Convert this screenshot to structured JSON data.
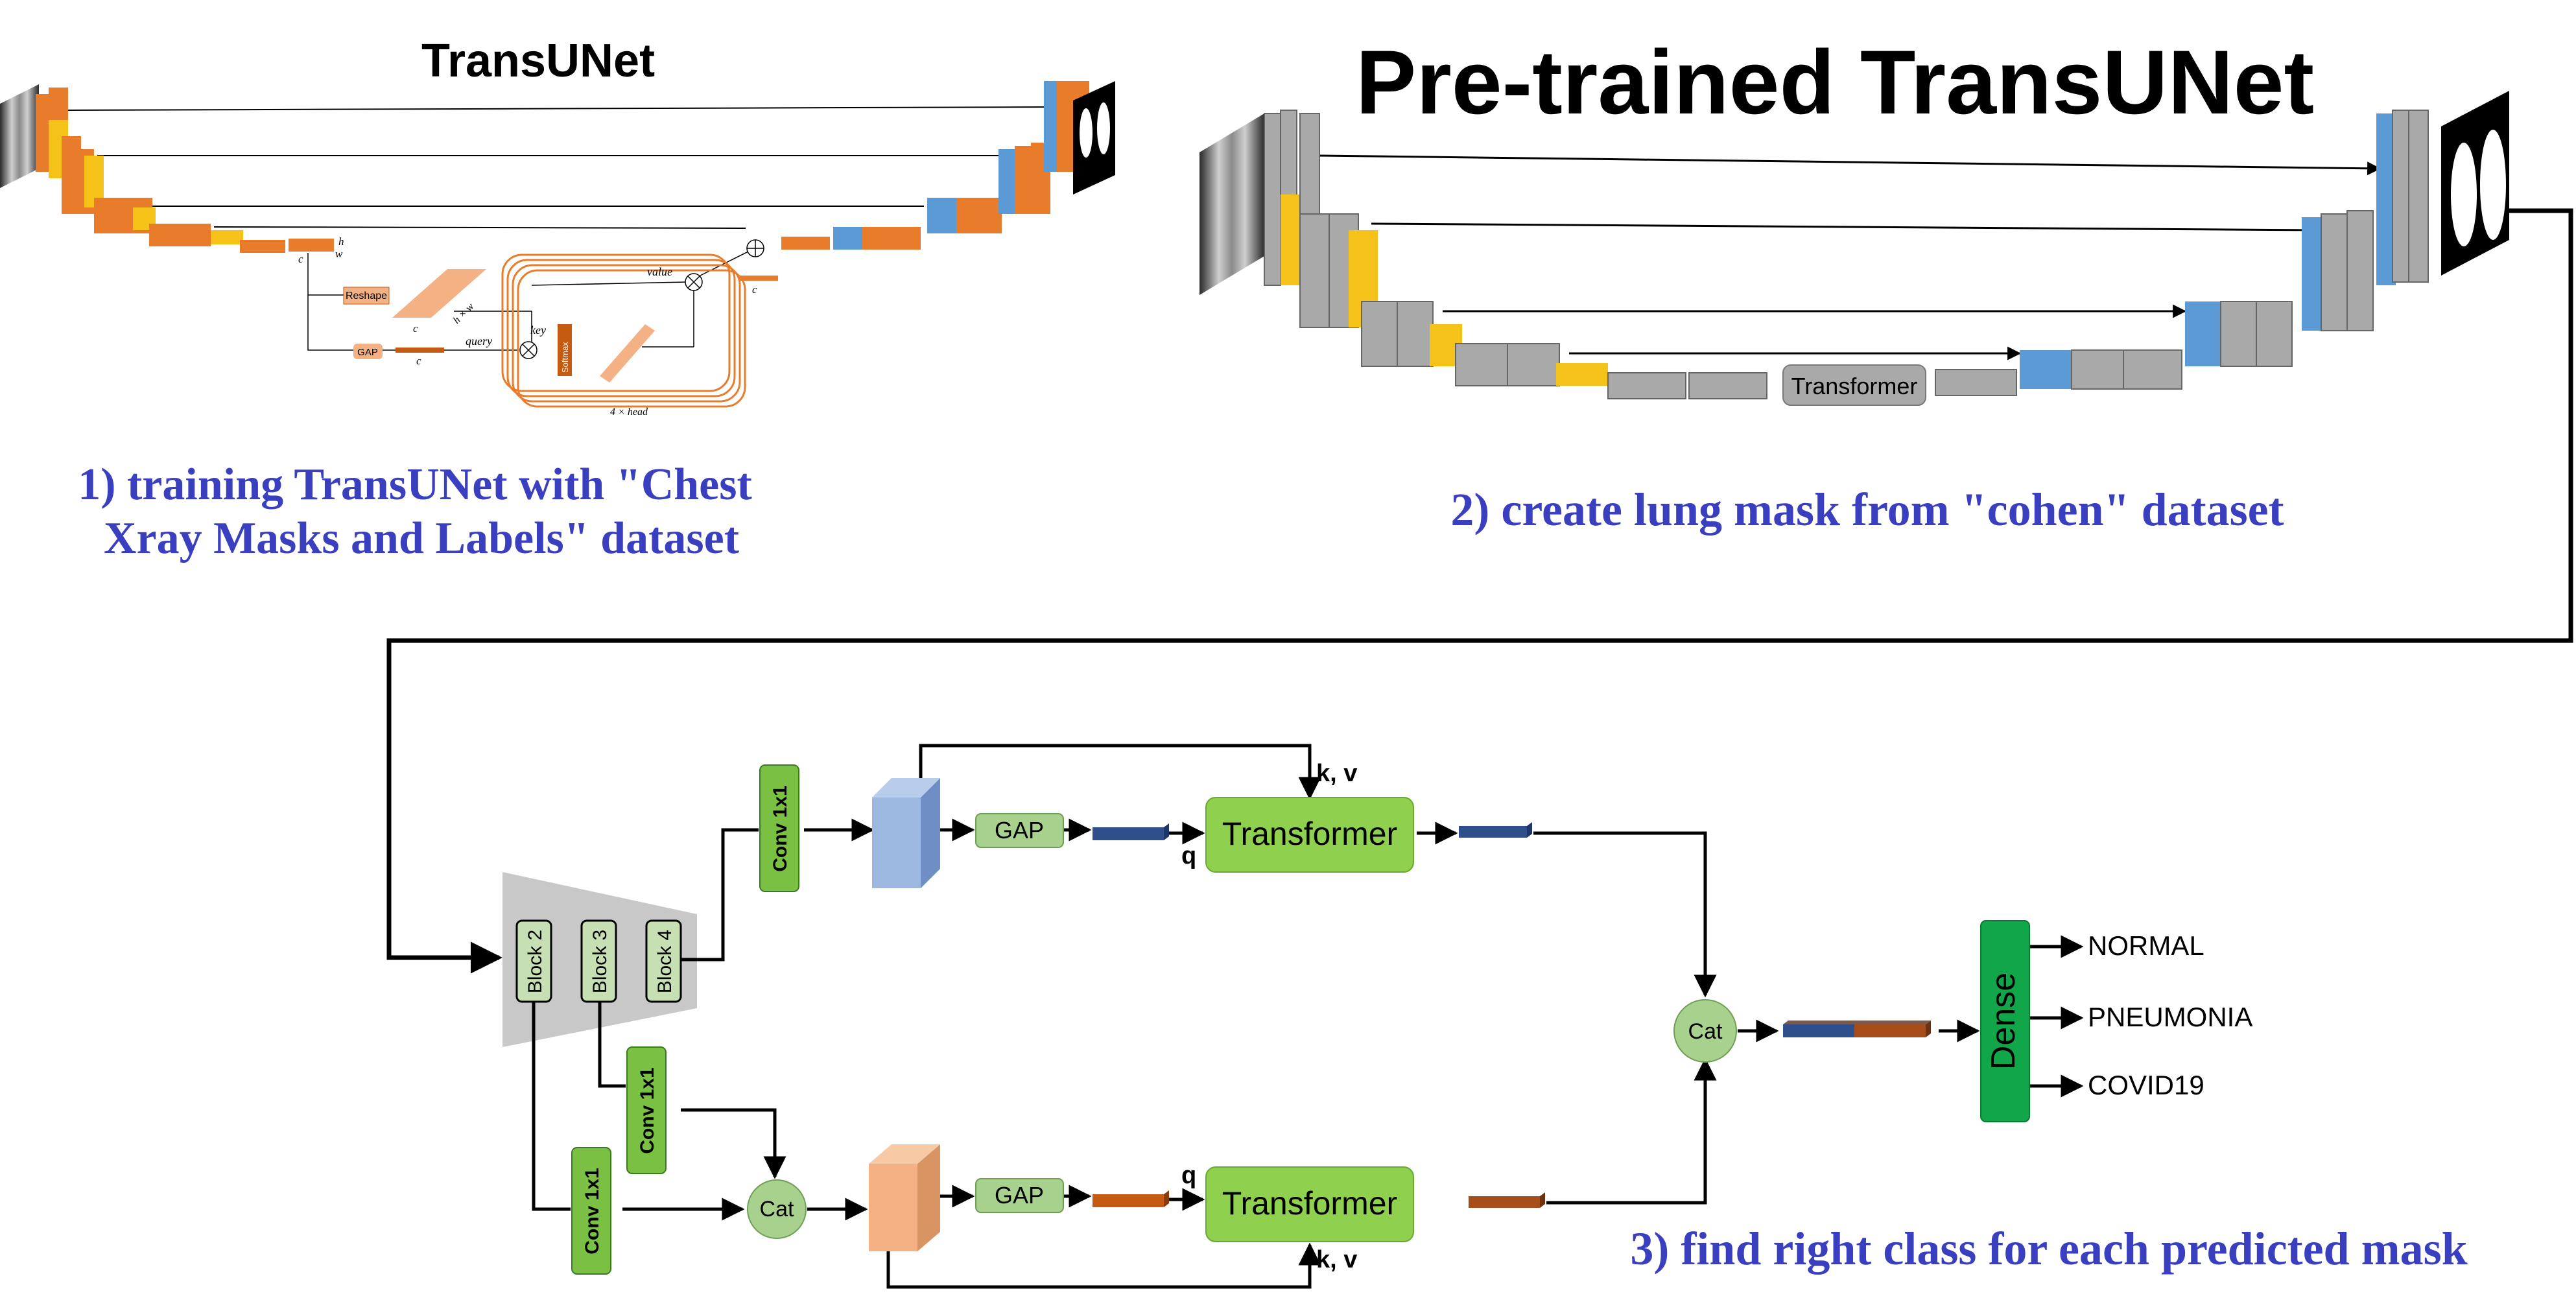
{
  "step1": {
    "title": "TransUNet",
    "caption_line1": "1) training TransUNet with \"Chest",
    "caption_line2": "Xray Masks and Labels\" dataset",
    "labels": {
      "reshape": "Reshape",
      "gap": "GAP",
      "softmax": "Softmax",
      "value": "value",
      "key": "key",
      "query": "query",
      "h": "h",
      "w": "w",
      "c": "c",
      "hxw": "h × w",
      "head": "4 × head"
    }
  },
  "step2": {
    "title": "Pre-trained TransUNet",
    "transformer_label": "Transformer",
    "caption": "2) create lung mask from \"cohen\" dataset"
  },
  "step3": {
    "caption": "3) find right class for each predicted mask",
    "blocks": [
      "Block 2",
      "Block 3",
      "Block 4"
    ],
    "conv": "Conv 1x1",
    "gap": "GAP",
    "transformer": "Transformer",
    "cat": "Cat",
    "kv": "k, v",
    "q": "q",
    "dense": "Dense",
    "outputs": [
      "NORMAL",
      "PNEUMONIA",
      "COVID19"
    ]
  },
  "colors": {
    "caption_blue": "#3a3fbf",
    "unet_orange": "#e87c2b",
    "unet_yellow": "#f5c21a",
    "unet_blue": "#5b9ad5",
    "unet_gray": "#a9a9a9",
    "block_green": "#c6e0b4",
    "transformer_green": "#8fd14f",
    "conv_green": "#7ac143",
    "dense_green": "#12a64a",
    "feat_blue": "#2f4e8c",
    "feat_brown": "#a64d1a",
    "cube_blue": "#9db8e0",
    "cube_peach": "#f4b183"
  }
}
